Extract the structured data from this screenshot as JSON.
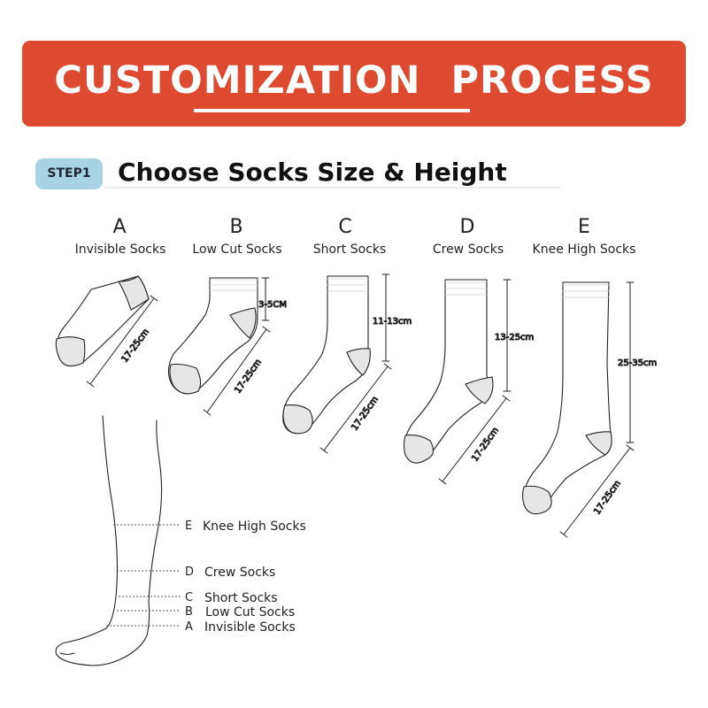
{
  "header": {
    "title": "CUSTOMIZATION PROCESS"
  },
  "step": {
    "badge": "STEP1",
    "title": "Choose Socks Size & Height"
  },
  "socks": [
    {
      "letter": "A",
      "name": "Invisible Socks",
      "foot_length": "17-25cm"
    },
    {
      "letter": "B",
      "name": "Low Cut Socks",
      "height": "3-5CM",
      "foot_length": "17-25cm"
    },
    {
      "letter": "C",
      "name": "Short Socks",
      "height": "11-13cm",
      "foot_length": "17-25cm"
    },
    {
      "letter": "D",
      "name": "Crew Socks",
      "height": "13-25cm",
      "foot_length": "17-25cm"
    },
    {
      "letter": "E",
      "name": "Knee High Socks",
      "height": "25-35cm",
      "foot_length": "17-25cm"
    }
  ],
  "leg_levels": [
    {
      "letter": "E",
      "name": "Knee High Socks"
    },
    {
      "letter": "D",
      "name": "Crew Socks"
    },
    {
      "letter": "C",
      "name": "Short Socks"
    },
    {
      "letter": "B",
      "name": "Low Cut Socks"
    },
    {
      "letter": "A",
      "name": "Invisible Socks"
    }
  ],
  "colors": {
    "banner": "#de4a30",
    "badge": "#a8d3e5",
    "heel_toe": "#e6e6e6"
  }
}
